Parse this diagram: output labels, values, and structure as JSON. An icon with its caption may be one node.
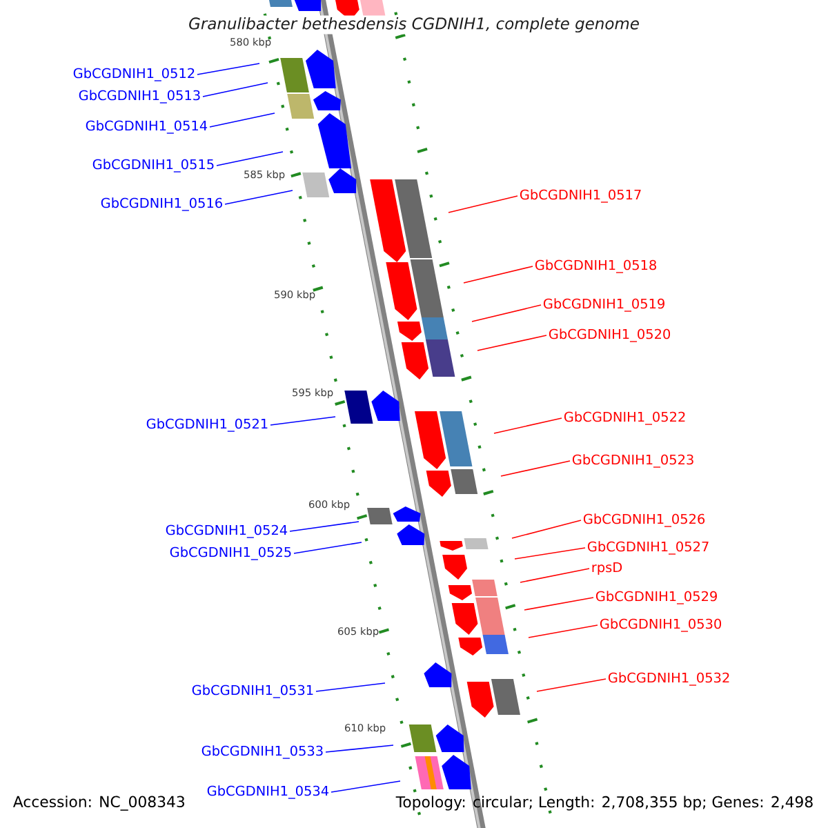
{
  "diagram": {
    "title": "Granulibacter bethesdensis CGDNIH1, complete genome",
    "nodes": [
      {
        "text": [
          "GbCGDNIH1_0512"
        ]
      },
      {
        "text": [
          "GbCGDNIH1_0513"
        ]
      },
      {
        "text": [
          "GbCGDNIH1_0514"
        ]
      },
      {
        "text": [
          "GbCGDNIH1_0515"
        ]
      },
      {
        "text": [
          "GbCGDNIH1_0516"
        ]
      },
      {
        "text": [
          "GbCGDNIH1_0517"
        ]
      },
      {
        "text": [
          "GbCGDNIH1_0518"
        ]
      },
      {
        "text": [
          "GbCGDNIH1_0519"
        ]
      },
      {
        "text": [
          "GbCGDNIH1_0520"
        ]
      },
      {
        "text": [
          "GbCGDNIH1_0521"
        ]
      },
      {
        "text": [
          "GbCGDNIH1_0522"
        ]
      },
      {
        "text": [
          "GbCGDNIH1_0523"
        ]
      },
      {
        "text": [
          "GbCGDNIH1_0524"
        ]
      },
      {
        "text": [
          "GbCGDNIH1_0525"
        ]
      },
      {
        "text": [
          "GbCGDNIH1_0526"
        ]
      },
      {
        "text": [
          "GbCGDNIH1_0527"
        ]
      },
      {
        "text": [
          "rpsD"
        ]
      },
      {
        "text": [
          "GbCGDNIH1_0529"
        ]
      },
      {
        "text": [
          "GbCGDNIH1_0530"
        ]
      },
      {
        "text": [
          "GbCGDNIH1_0531"
        ]
      },
      {
        "text": [
          "GbCGDNIH1_0532"
        ]
      },
      {
        "text": [
          "GbCGDNIH1_0533"
        ]
      },
      {
        "text": [
          "GbCGDNIH1_0534"
        ]
      }
    ],
    "edges": [
      {
        "from": 0,
        "to": null,
        "arrow": "none",
        "color": "#0000ff"
      },
      {
        "from": 1,
        "to": null,
        "arrow": "none",
        "color": "#0000ff"
      },
      {
        "from": 2,
        "to": null,
        "arrow": "none",
        "color": "#0000ff"
      },
      {
        "from": 3,
        "to": null,
        "arrow": "none",
        "color": "#0000ff"
      },
      {
        "from": 4,
        "to": null,
        "arrow": "none",
        "color": "#0000ff"
      },
      {
        "from": 5,
        "to": null,
        "arrow": "none",
        "color": "#ff0000"
      },
      {
        "from": 6,
        "to": null,
        "arrow": "none",
        "color": "#ff0000"
      },
      {
        "from": 7,
        "to": null,
        "arrow": "none",
        "color": "#ff0000"
      },
      {
        "from": 8,
        "to": null,
        "arrow": "none",
        "color": "#ff0000"
      },
      {
        "from": 9,
        "to": null,
        "arrow": "none",
        "color": "#0000ff"
      },
      {
        "from": 10,
        "to": null,
        "arrow": "none",
        "color": "#ff0000"
      },
      {
        "from": 11,
        "to": null,
        "arrow": "none",
        "color": "#ff0000"
      },
      {
        "from": 12,
        "to": null,
        "arrow": "none",
        "color": "#0000ff"
      },
      {
        "from": 13,
        "to": null,
        "arrow": "none",
        "color": "#0000ff"
      },
      {
        "from": 14,
        "to": null,
        "arrow": "none",
        "color": "#ff0000"
      },
      {
        "from": 15,
        "to": null,
        "arrow": "none",
        "color": "#ff0000"
      },
      {
        "from": 16,
        "to": null,
        "arrow": "none",
        "color": "#ff0000"
      },
      {
        "from": 17,
        "to": null,
        "arrow": "none",
        "color": "#ff0000"
      },
      {
        "from": 18,
        "to": null,
        "arrow": "none",
        "color": "#ff0000"
      },
      {
        "from": 19,
        "to": null,
        "arrow": "none",
        "color": "#0000ff"
      },
      {
        "from": 20,
        "to": null,
        "arrow": "none",
        "color": "#ff0000"
      },
      {
        "from": 21,
        "to": null,
        "arrow": "none",
        "color": "#0000ff"
      },
      {
        "from": 22,
        "to": null,
        "arrow": "none",
        "color": "#0000ff"
      }
    ],
    "labels": [
      "580 kbp",
      "585 kbp",
      "590 kbp",
      "595 kbp",
      "600 kbp",
      "605 kbp",
      "610 kbp",
      "Accession: NC_008343",
      "Topology: circular; Length: 2,708,355 bp; Genes: 2,498"
    ]
  }
}
